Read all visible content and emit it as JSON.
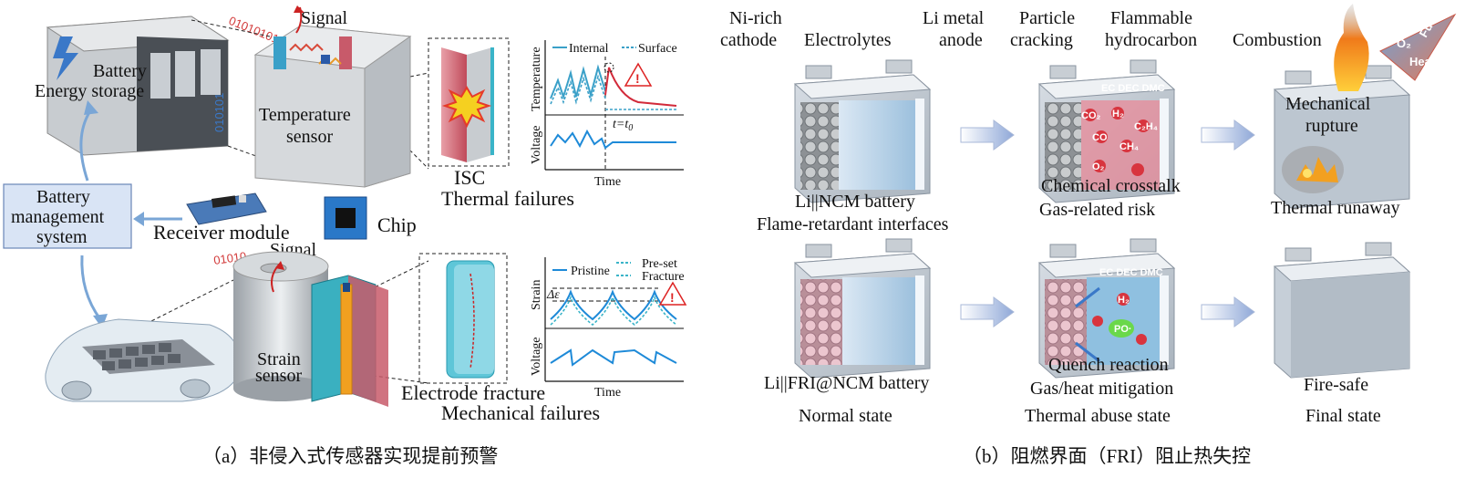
{
  "panel_a": {
    "caption": "（a）非侵入式传感器实现提前预警",
    "battery_storage": [
      "Battery",
      "Energy storage"
    ],
    "signal_top": "Signal",
    "temperature_sensor": [
      "Temperature",
      "sensor"
    ],
    "bms": [
      "Battery",
      "management",
      "system"
    ],
    "receiver_module": "Receiver module",
    "chip": "Chip",
    "signal_bottom": "Signal",
    "strain_sensor": [
      "Strain",
      "sensor"
    ],
    "isc": "ISC",
    "thermal_failures": "Thermal failures",
    "electrode_fracture": "Electrode fracture",
    "mechanical_failures": "Mechanical failures",
    "binary_top": "0101010101101010101",
    "binary_left": "010101",
    "binary_mid": "01010",
    "binary_bottom": "1010",
    "temp_chart": {
      "ylabel_top": "Temperature",
      "ylabel_bottom": "Voltage",
      "xlabel": "Time",
      "legend": [
        "Internal",
        "Surface"
      ],
      "marker_t": "t",
      "marker_eq": "=t",
      "marker_sub": "0"
    },
    "strain_chart": {
      "ylabel_top": "Strain",
      "ylabel_bottom": "Voltage",
      "xlabel": "Time",
      "legend": [
        "Pristine",
        "Pre-set",
        "Fracture"
      ],
      "delta": "Δε"
    }
  },
  "panel_b": {
    "caption": "（b）阻燃界面（FRI）阻止热失控",
    "ni_rich": [
      "Ni-rich",
      "cathode"
    ],
    "electrolytes": "Electrolytes",
    "li_metal": [
      "Li metal",
      "anode"
    ],
    "particle_cracking": [
      "Particle",
      "cracking"
    ],
    "flammable": [
      "Flammable",
      "hydrocarbon"
    ],
    "combustion": "Combustion",
    "triangle": [
      "O₂",
      "Fuel",
      "Heat"
    ],
    "mechanical_rupture": [
      "Mechanical",
      "rupture"
    ],
    "li_ncm": [
      "Li||NCM battery",
      "Flame-retardant interfaces"
    ],
    "chemical_crosstalk": [
      "Chemical crosstalk",
      "Gas-related risk"
    ],
    "thermal_runaway": "Thermal runaway",
    "li_fri": "Li||FRI@NCM battery",
    "quench": [
      "Quench reaction",
      "Gas/heat mitigation"
    ],
    "fire_safe": "Fire-safe",
    "normal_state": "Normal state",
    "thermal_abuse": "Thermal abuse state",
    "final_state": "Final state",
    "gas_labels": [
      "EC DEC DMC",
      "H₂",
      "CO",
      "CO₂",
      "CH₄",
      "C₂H₄",
      "O₂"
    ],
    "gas_labels_fri": [
      "EC DEC DMC",
      "H₂",
      "PO·"
    ]
  }
}
